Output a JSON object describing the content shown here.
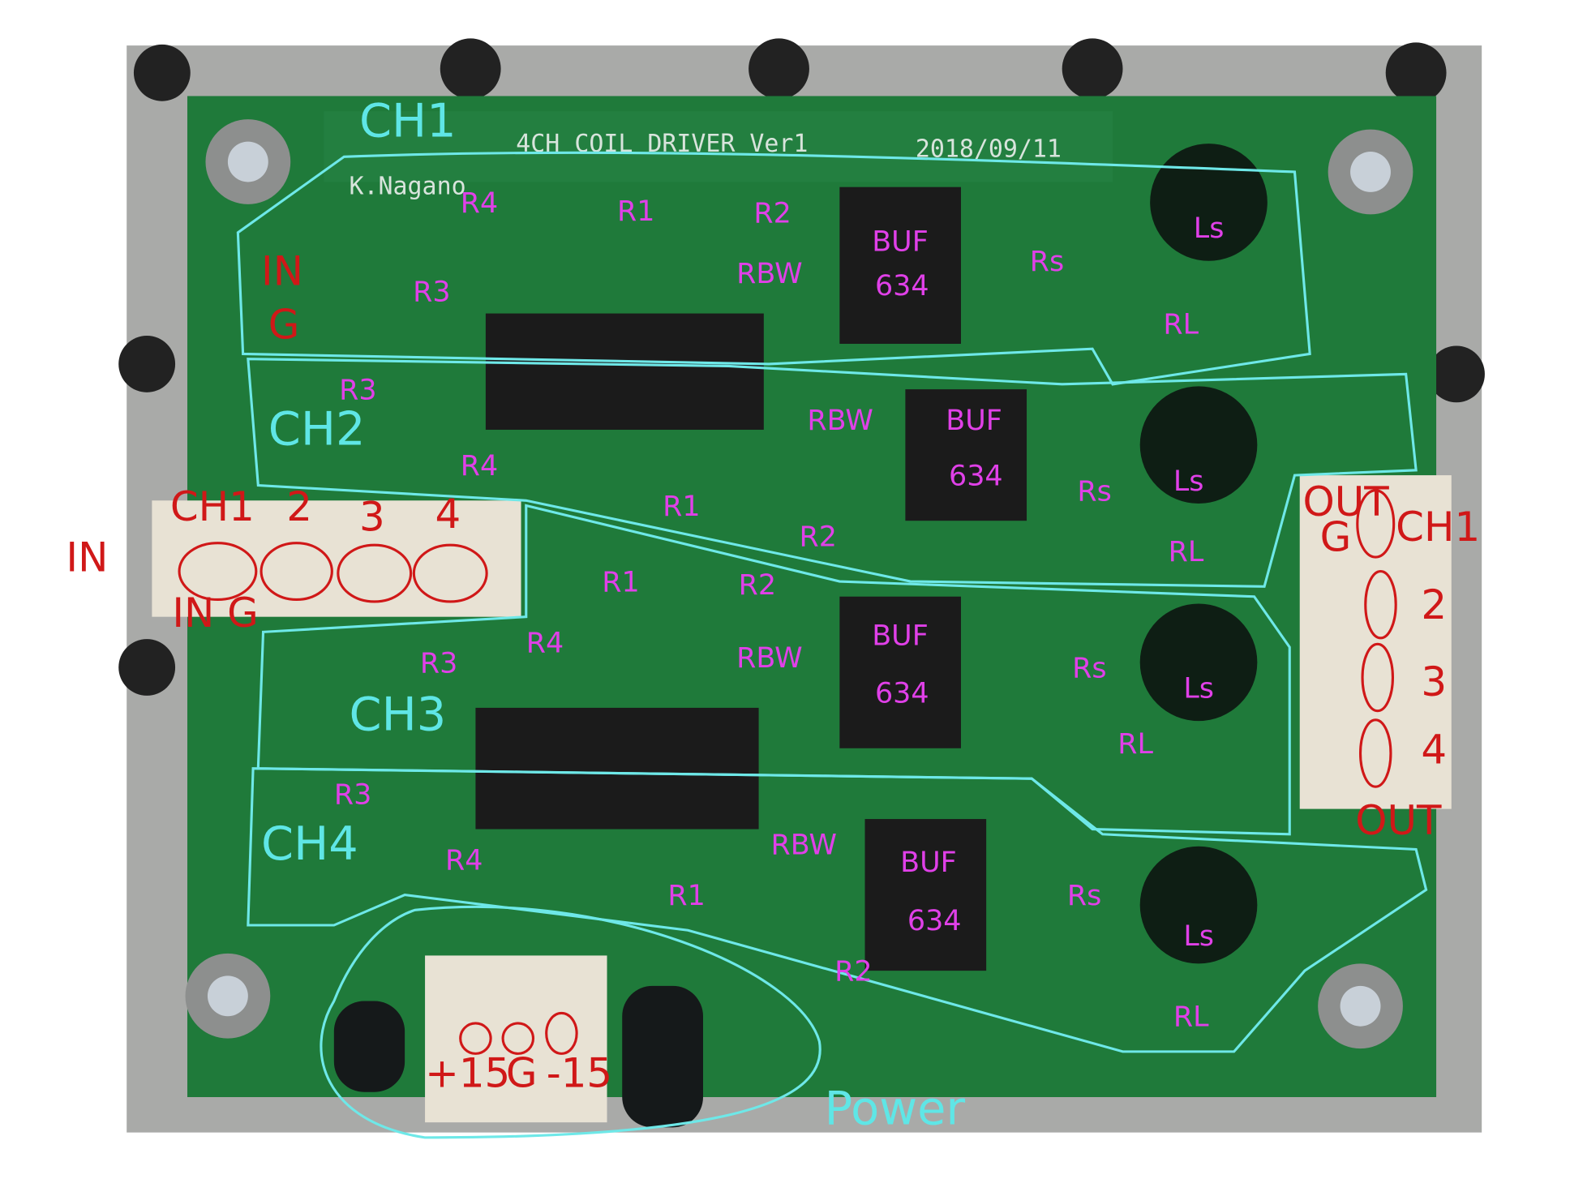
{
  "board": {
    "title": "4CH COIL DRIVER Ver1",
    "date": "2018/09/11",
    "author": "K.Nagano"
  },
  "colors": {
    "pcb": "#1f7a3a",
    "cyan_annotation": "#6ee8e8",
    "magenta_annotation": "#e040e8",
    "red_annotation": "#d01818"
  },
  "channels": [
    {
      "label": "CH1",
      "r1": "R1",
      "r2": "R2",
      "r3": "R3",
      "r4": "R4",
      "rbw": "RBW",
      "buf": "BUF",
      "buf_num": "634",
      "rs": "Rs",
      "rl": "RL",
      "ls": "Ls",
      "in": "IN",
      "g": "G"
    },
    {
      "label": "CH2",
      "r1": "R1",
      "r2": "R2",
      "r3": "R3",
      "r4": "R4",
      "rbw": "RBW",
      "buf": "BUF",
      "buf_num": "634",
      "rs": "Rs",
      "rl": "RL",
      "ls": "Ls"
    },
    {
      "label": "CH3",
      "r1": "R1",
      "r2": "R2",
      "r3": "R3",
      "r4": "R4",
      "rbw": "RBW",
      "buf": "BUF",
      "buf_num": "634",
      "rs": "Rs",
      "rl": "RL",
      "ls": "Ls"
    },
    {
      "label": "CH4",
      "r1": "R1",
      "r2": "R2",
      "r3": "R3",
      "r4": "R4",
      "rbw": "RBW",
      "buf": "BUF",
      "buf_num": "634",
      "rs": "Rs",
      "rl": "RL",
      "ls": "Ls"
    }
  ],
  "input_connector": {
    "label": "IN",
    "pins": [
      "CH1",
      "2",
      "3",
      "4"
    ],
    "sub": "IN G"
  },
  "output_connector": {
    "label": "OUT",
    "pins": [
      "CH1",
      "2",
      "3",
      "4"
    ],
    "sub_top": "OUT",
    "sub_g": "G"
  },
  "power": {
    "label": "Power",
    "pins": [
      "+15",
      "G",
      "-15"
    ]
  }
}
